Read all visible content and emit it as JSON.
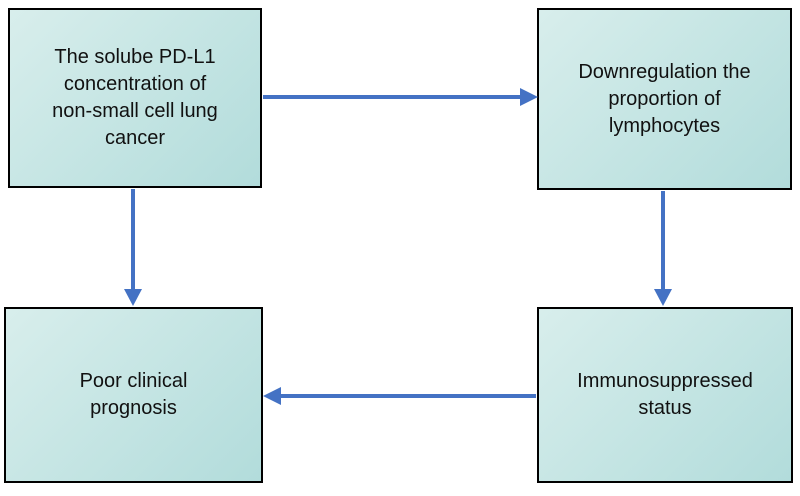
{
  "diagram": {
    "colors": {
      "canvas_bg": "#ffffff",
      "box_fill_light": "#d8eeec",
      "box_fill_dark": "#b2dcdb",
      "box_border": "#000000",
      "arrow_color": "#4472c4",
      "text_color": "#111111"
    },
    "nodes": [
      {
        "id": "soluble-pdl1",
        "label": "The solube PD-L1\nconcentration of\nnon-small cell lung\ncancer"
      },
      {
        "id": "downregulation",
        "label": "Downregulation the\nproportion of\nlymphocytes"
      },
      {
        "id": "immunosuppressed",
        "label": "Immunosuppressed\nstatus"
      },
      {
        "id": "prognosis",
        "label": "Poor clinical\nprognosis"
      }
    ],
    "edges": [
      {
        "from": "soluble-pdl1",
        "to": "downregulation",
        "direction": "right"
      },
      {
        "from": "soluble-pdl1",
        "to": "prognosis",
        "direction": "down"
      },
      {
        "from": "downregulation",
        "to": "immunosuppressed",
        "direction": "down"
      },
      {
        "from": "immunosuppressed",
        "to": "prognosis",
        "direction": "left"
      }
    ]
  }
}
